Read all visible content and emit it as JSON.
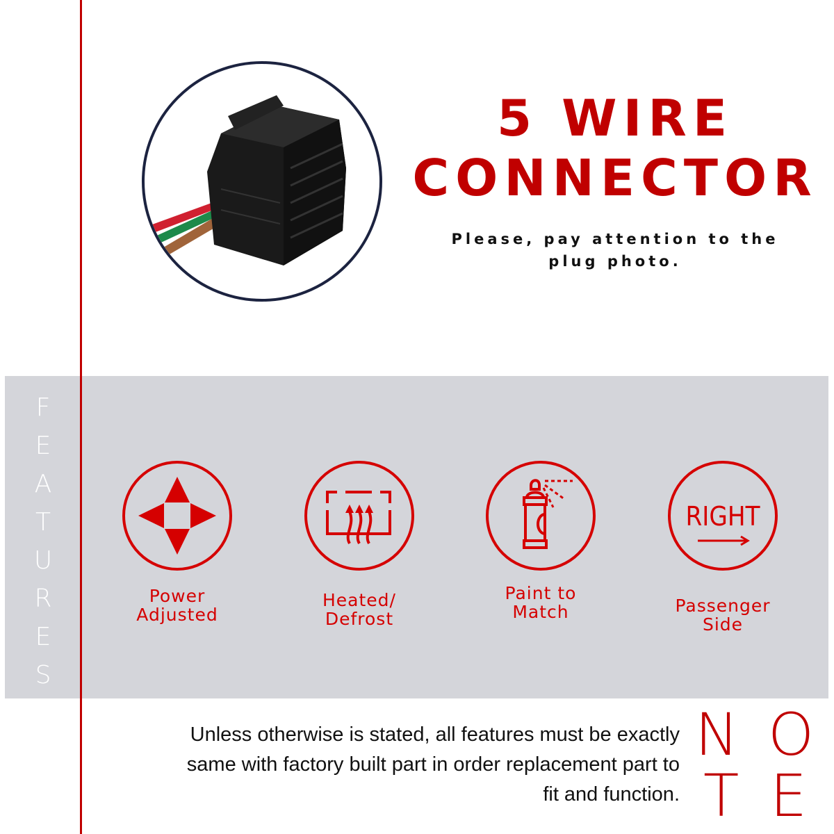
{
  "title_line1": "5 WIRE",
  "title_line2": "CONNECTOR",
  "subtitle_line1": "Please, pay attention to the",
  "subtitle_line2": "plug photo.",
  "side_label": [
    "F",
    "E",
    "A",
    "T",
    "U",
    "R",
    "E",
    "S"
  ],
  "features": [
    {
      "icon": "direction-arrows-icon",
      "line1": "Power",
      "line2": "Adjusted"
    },
    {
      "icon": "defrost-icon",
      "line1": "Heated/",
      "line2": "Defrost"
    },
    {
      "icon": "spray-paint-icon",
      "line1": "Paint to",
      "line2": "Match"
    },
    {
      "icon": "right-side-icon",
      "line1": "Passenger",
      "line2": "Side",
      "icon_text": "RIGHT"
    }
  ],
  "note": {
    "lines": [
      "Unless otherwise is stated, all features must be exactly",
      "same with factory built part in order replacement part to",
      "fit and function."
    ],
    "letters": [
      "N",
      "O",
      "T",
      "E"
    ]
  },
  "colors": {
    "accent": "#c00000",
    "icon_red": "#d50000",
    "band": "#d4d5da",
    "photo_border": "#1c2340"
  }
}
